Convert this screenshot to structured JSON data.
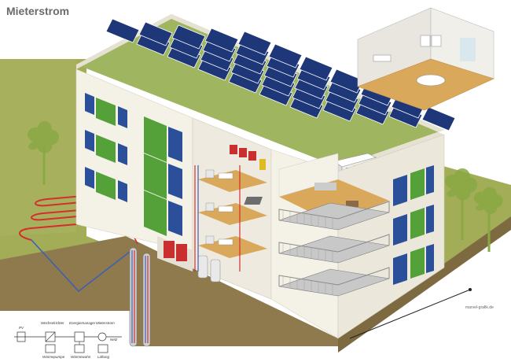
{
  "title": "Mieterstrom",
  "credit": "marvel-grafik.de",
  "colors": {
    "ground": "#a3ad57",
    "roof_green": "#9fb55f",
    "facade": "#f4f1e6",
    "window": "#2c4f9a",
    "green_panel": "#54a13a",
    "solar": "#1e3778",
    "red_pipe": "#d42e2e",
    "blue_pipe": "#3f5fb5",
    "balcony": "#8c8c8c"
  },
  "legend": {
    "items": [
      {
        "label": "PV"
      },
      {
        "label": "Wechselrichter"
      },
      {
        "label": "Energiemanager"
      },
      {
        "label": "Mieterstrom"
      }
    ],
    "lower_items": [
      {
        "label": "Wärmepumpe"
      },
      {
        "label": "Wärmewahn"
      },
      {
        "label": "Lüftung"
      }
    ],
    "net_label": "Netz"
  }
}
